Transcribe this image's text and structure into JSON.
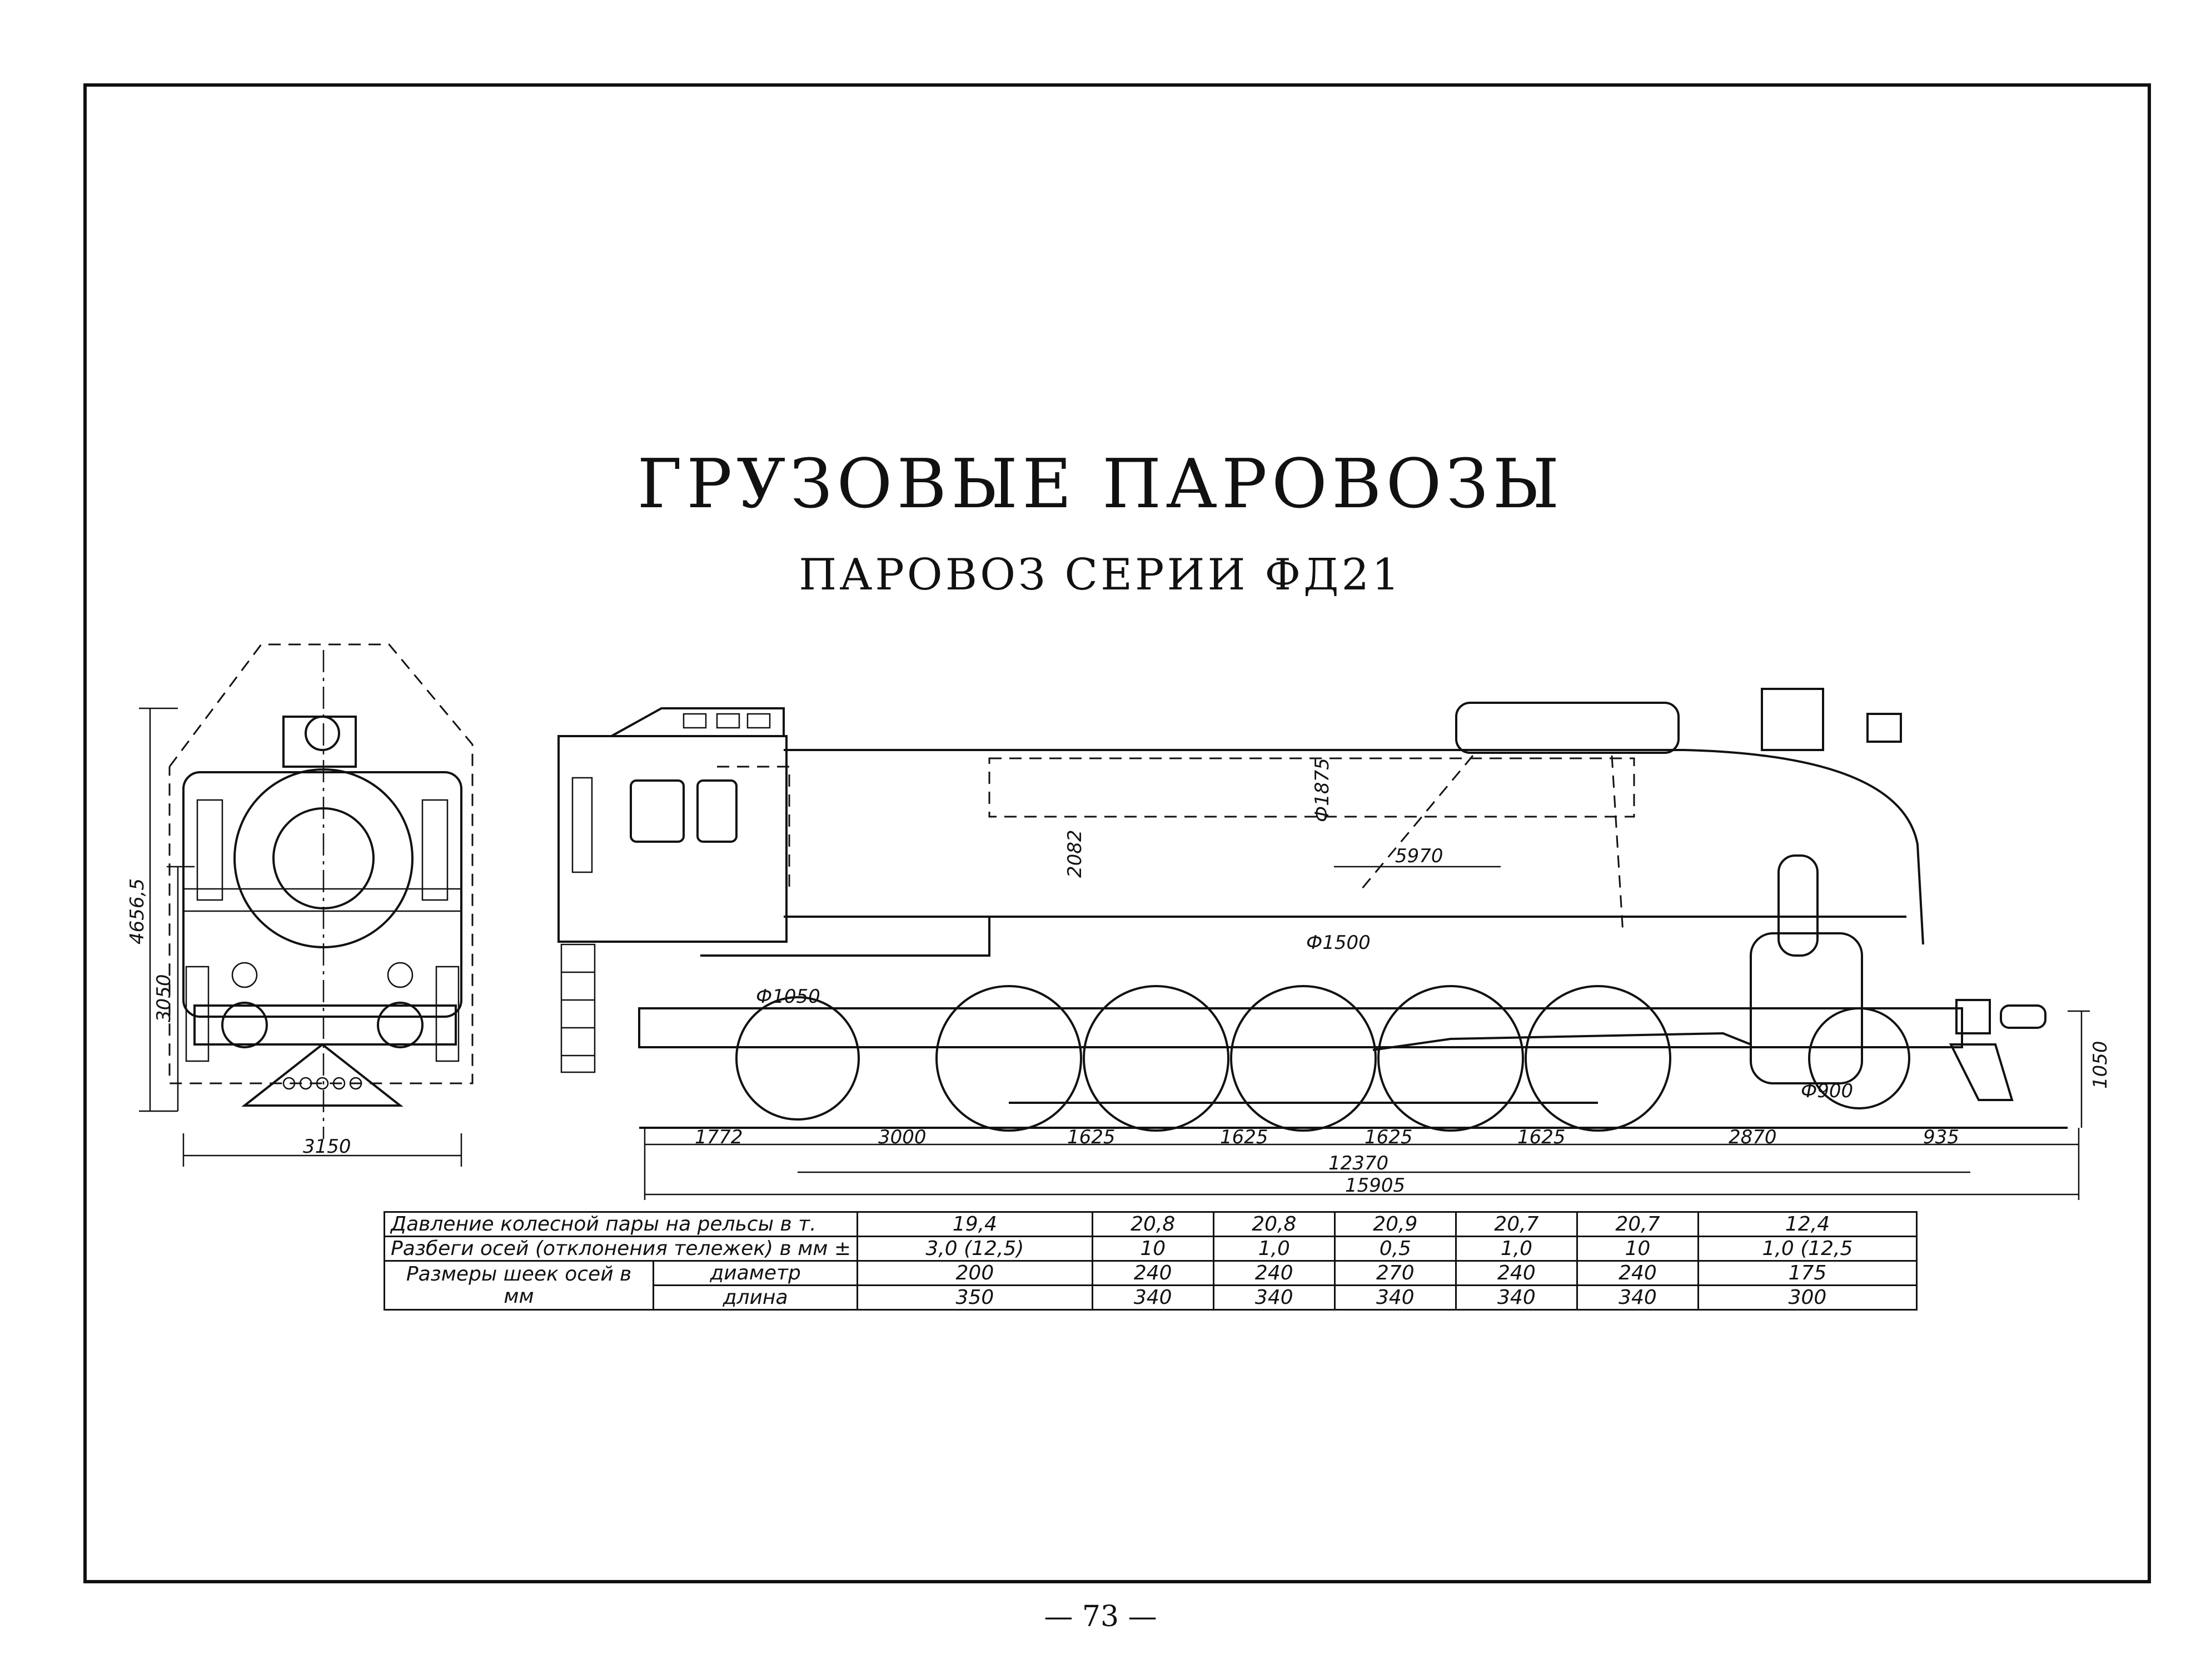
{
  "title": "ГРУЗОВЫЕ ПАРОВОЗЫ",
  "subtitle": "ПАРОВОЗ СЕРИИ ФД21",
  "page_number": "— 73 —",
  "front_view": {
    "height_total": "4656,5",
    "height_boiler": "3050",
    "width": "3150"
  },
  "side_view": {
    "dims_bottom": [
      "1772",
      "3000",
      "1625",
      "1625",
      "1625",
      "1625",
      "2870",
      "935"
    ],
    "wheelbase": "12370",
    "overall_length": "15905",
    "cab_height": "2082",
    "boiler_dia": "Ф1875",
    "firebox_length": "5970",
    "driving_wheel": "Ф1500",
    "leading_wheel": "Ф1050",
    "trailing_wheel": "Ф900",
    "coupler_height": "1050"
  },
  "table": {
    "row1_label": "Давление колесной пары на рельсы в т.",
    "row1": [
      "19,4",
      "20,8",
      "20,8",
      "20,9",
      "20,7",
      "20,7",
      "12,4"
    ],
    "row2_label": "Разбеги осей (отклонения тележек) в мм ±",
    "row2": [
      "3,0 (12,5)",
      "10",
      "1,0",
      "0,5",
      "1,0",
      "10",
      "1,0 (12,5"
    ],
    "row3_group": "Размеры шеек осей в мм",
    "row3_label": "диаметр",
    "row3": [
      "200",
      "240",
      "240",
      "270",
      "240",
      "240",
      "175"
    ],
    "row4_label": "длина",
    "row4": [
      "350",
      "340",
      "340",
      "340",
      "340",
      "340",
      "300"
    ]
  }
}
